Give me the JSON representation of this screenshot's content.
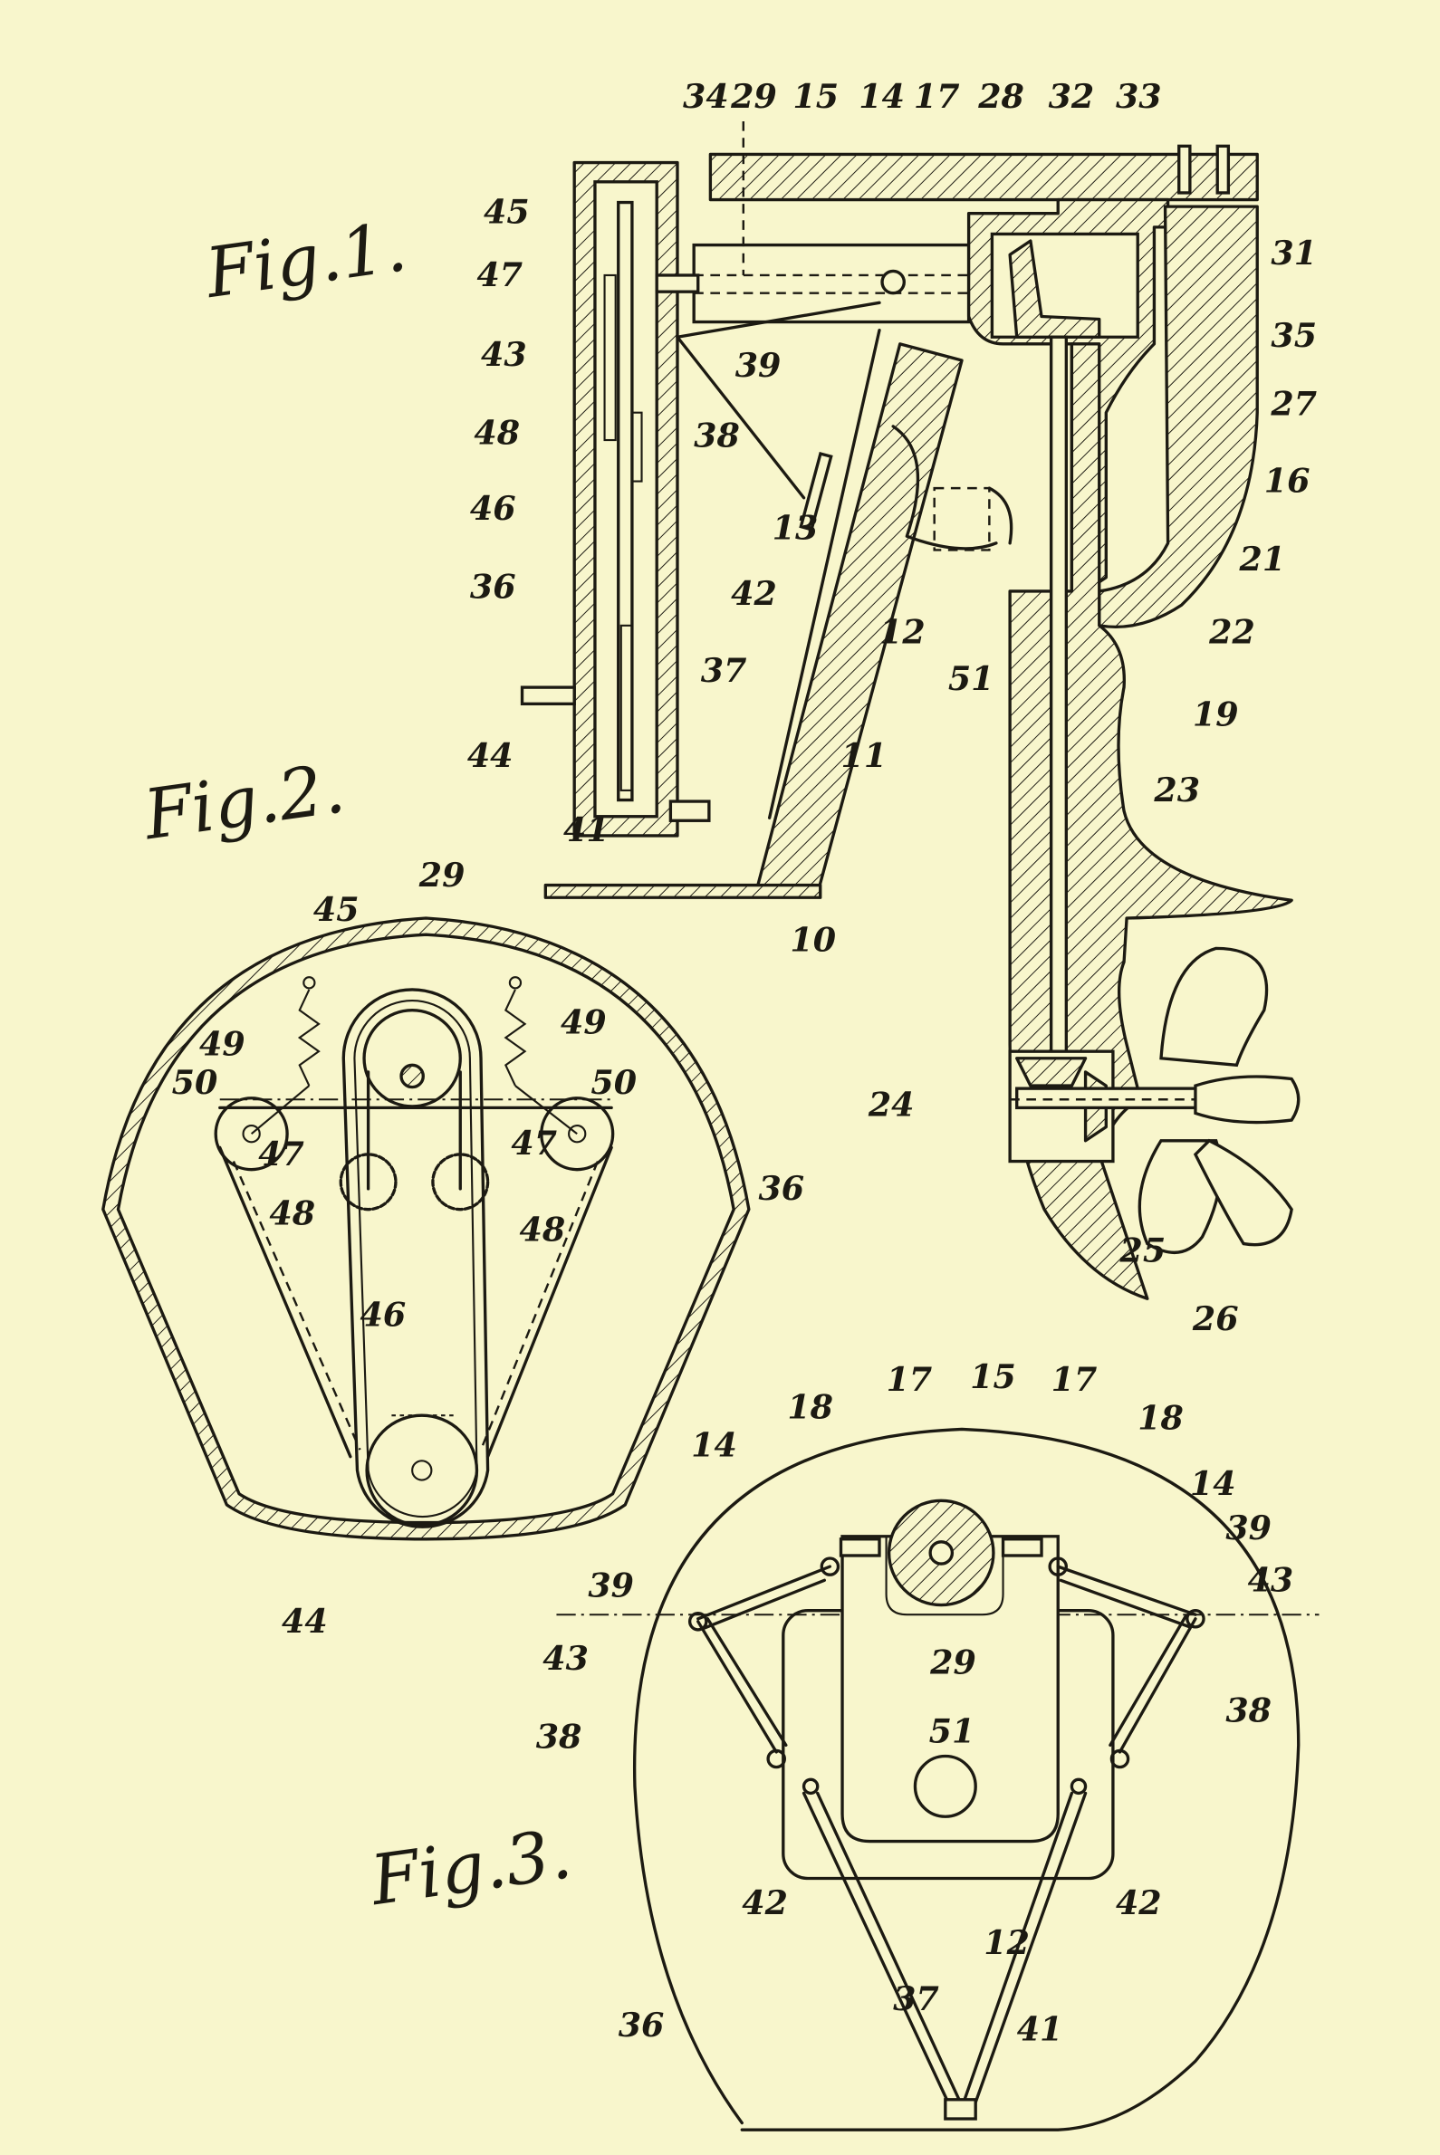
{
  "colors": {
    "paper": "#f8f6cc",
    "ink": "#1c1a12"
  },
  "fig1": {
    "title": "Fig.1.",
    "labels": [
      "34",
      "29",
      "15",
      "14",
      "17",
      "28",
      "32",
      "33",
      "31",
      "35",
      "27",
      "16",
      "21",
      "22",
      "19",
      "23",
      "24",
      "25",
      "26",
      "45",
      "47",
      "43",
      "48",
      "46",
      "36",
      "44",
      "41",
      "39",
      "38",
      "13",
      "42",
      "12",
      "51",
      "37",
      "11",
      "10"
    ]
  },
  "fig2": {
    "title": "Fig.2.",
    "labels": [
      "29",
      "45",
      "49",
      "49",
      "50",
      "50",
      "47",
      "47",
      "48",
      "48",
      "36",
      "46",
      "44"
    ]
  },
  "fig3": {
    "title": "Fig.3.",
    "labels": [
      "18",
      "17",
      "15",
      "17",
      "18",
      "14",
      "14",
      "39",
      "39",
      "43",
      "43",
      "29",
      "38",
      "38",
      "51",
      "42",
      "42",
      "12",
      "37",
      "36",
      "41"
    ]
  }
}
